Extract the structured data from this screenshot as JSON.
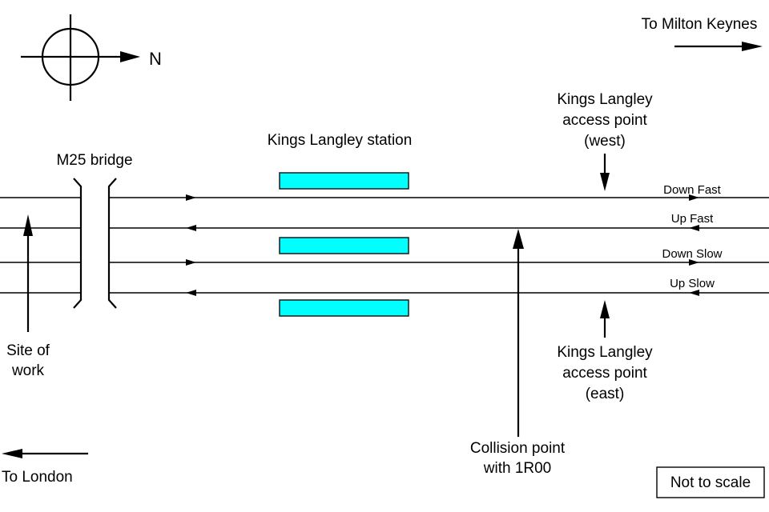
{
  "compass": {
    "label": "N"
  },
  "direction_labels": {
    "to_milton_keynes": "To Milton Keynes",
    "to_london": "To London"
  },
  "bridge": {
    "label": "M25 bridge"
  },
  "station": {
    "label": "Kings Langley station",
    "platform_color": "#00ffff"
  },
  "tracks": [
    {
      "name": "Down Fast",
      "direction": "north"
    },
    {
      "name": "Up Fast",
      "direction": "south"
    },
    {
      "name": "Down Slow",
      "direction": "north"
    },
    {
      "name": "Up Slow",
      "direction": "south"
    }
  ],
  "access_west": {
    "line1": "Kings Langley",
    "line2": "access point",
    "line3": "(west)"
  },
  "access_east": {
    "line1": "Kings Langley",
    "line2": "access point",
    "line3": "(east)"
  },
  "site_of_work": {
    "line1": "Site of",
    "line2": "work"
  },
  "collision": {
    "line1": "Collision point",
    "line2": "with 1R00"
  },
  "scale_note": "Not to scale"
}
